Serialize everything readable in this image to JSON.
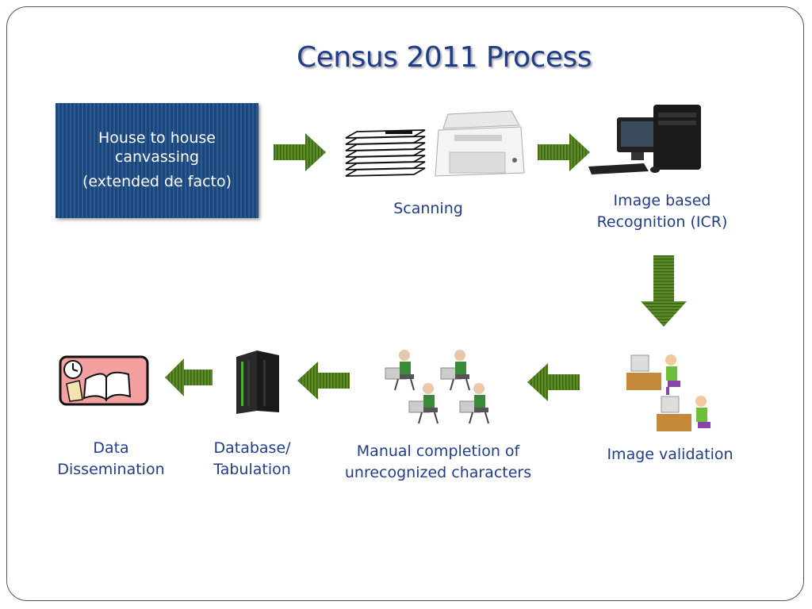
{
  "title": "Census 2011 Process",
  "steps": {
    "canvassing": {
      "line1": "House to house",
      "line2": "canvassing",
      "line3": "(extended de facto)"
    },
    "scanning": {
      "label": "Scanning"
    },
    "icr": {
      "line1": "Image based",
      "line2": "Recognition (ICR)"
    },
    "validation": {
      "label": "Image validation"
    },
    "manual": {
      "line1": "Manual completion of",
      "line2": "unrecognized characters"
    },
    "database": {
      "line1": "Database/",
      "line2": "Tabulation"
    },
    "dissemination": {
      "line1": "Data",
      "line2": "Dissemination"
    }
  },
  "colors": {
    "title": "#1f3d8a",
    "box": "#1d4678",
    "arrow": "#4d7a1e"
  }
}
